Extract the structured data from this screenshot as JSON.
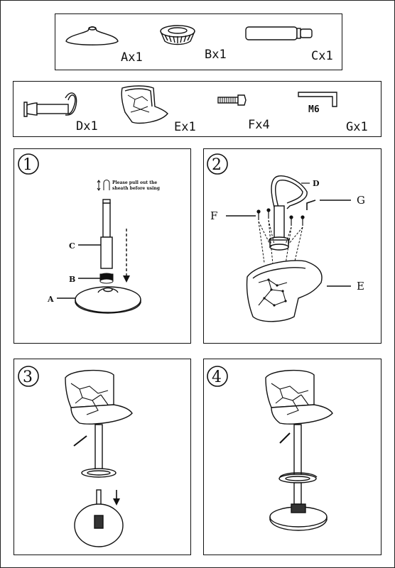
{
  "parts_top": [
    {
      "id": "A",
      "label": "Ax1"
    },
    {
      "id": "B",
      "label": "Bx1"
    },
    {
      "id": "C",
      "label": "Cx1"
    }
  ],
  "parts_bottom": [
    {
      "id": "D",
      "label": "Dx1"
    },
    {
      "id": "E",
      "label": "Ex1"
    },
    {
      "id": "F",
      "label": "Fx4"
    },
    {
      "id": "G",
      "label": "Gx1"
    }
  ],
  "wrench_marking": "M6",
  "steps": [
    {
      "number": "1",
      "note_line1": "Please pull out the",
      "note_line2": "sheath before using",
      "callouts": [
        "C",
        "B",
        "A"
      ]
    },
    {
      "number": "2",
      "callouts": [
        "D",
        "F",
        "G",
        "E"
      ]
    },
    {
      "number": "3"
    },
    {
      "number": "4"
    }
  ]
}
